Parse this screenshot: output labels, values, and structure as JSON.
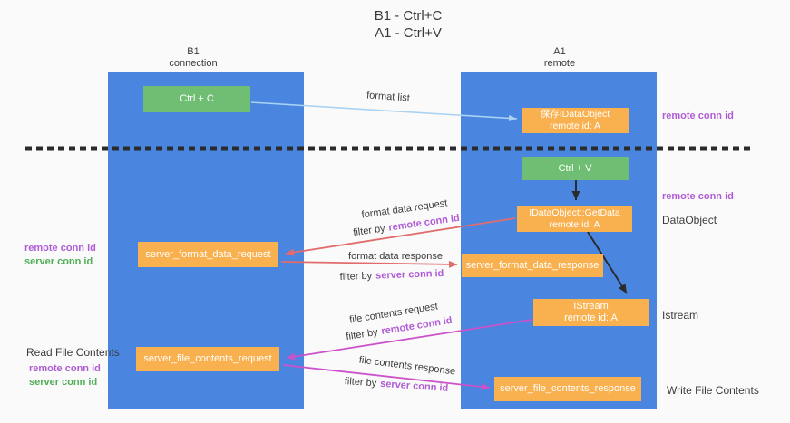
{
  "colors": {
    "bg": "#fafafa",
    "column-blue": "#4a86e0",
    "box-orange": "#f9b04e",
    "box-green": "#6fbe73",
    "purple": "#b05cd5",
    "green-text": "#4fae55",
    "red-arrow": "#e06c6c",
    "magenta-arrow": "#cb52cb",
    "blue-arrow": "#a9d2f3",
    "dark-text": "#3c3c3c",
    "dash-color": "#2b2b2b"
  },
  "title": {
    "line1": "B1 - Ctrl+C",
    "line2": "A1 - Ctrl+V"
  },
  "columns": {
    "left": {
      "header1": "B1",
      "header2": "connection"
    },
    "right": {
      "header1": "A1",
      "header2": "remote"
    }
  },
  "nodes": {
    "ctrl_c": "Ctrl + C",
    "ctrl_v": "Ctrl + V",
    "save_dataobject_line1": "保存IDataObject",
    "save_dataobject_line2": "remote id: A",
    "getdata_line1": "IDataObject::GetData",
    "getdata_line2": "remote id: A",
    "istream_line1": "IStream",
    "istream_line2": "remote id: A",
    "format_request": "server_format_data_request",
    "format_response": "server_format_data_response",
    "file_request": "server_file_contents_request",
    "file_response": "server_file_contents_response"
  },
  "arrow_labels": {
    "format_list": "format list",
    "format_data_request": "format data request",
    "format_data_response": "format data response",
    "file_contents_request": "file contents request",
    "file_contents_response": "file contents response",
    "filter_by": "filter by",
    "remote_conn_id": "remote conn id",
    "server_conn_id": "server conn id"
  },
  "side_labels": {
    "remote_conn_id_top_right": "remote conn id",
    "remote_conn_id_mid_right": "remote conn id",
    "dataobject": "DataObject",
    "istream": "Istream",
    "write_file_contents": "Write File Contents",
    "read_file_contents": "Read File Contents",
    "remote_conn_id_left1": "remote conn id",
    "server_conn_id_left1": "server conn id",
    "remote_conn_id_left2": "remote conn id",
    "server_conn_id_left2": "server conn id"
  }
}
